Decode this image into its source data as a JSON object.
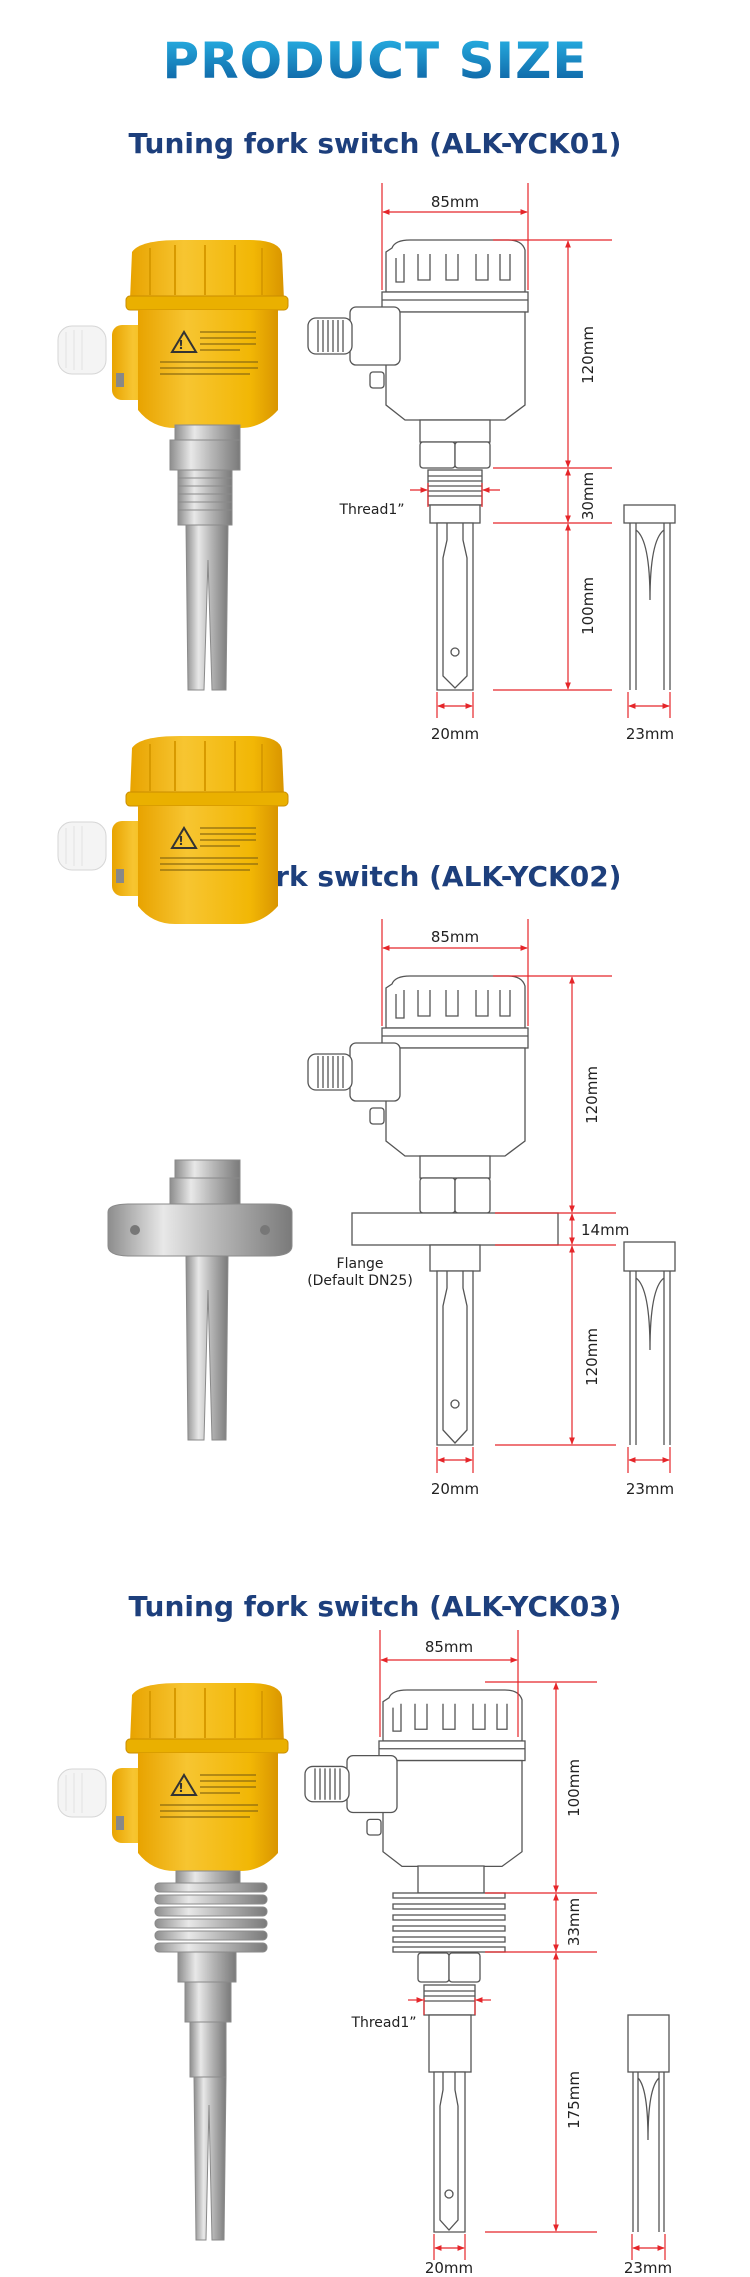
{
  "page_title": "PRODUCT SIZE",
  "colors": {
    "heading": "#1d3f7c",
    "dimension": "#e5262a",
    "housing": "#f2b705"
  },
  "sections": [
    {
      "heading": "Tuning fork switch (ALK-YCK01)",
      "width_label": "85mm",
      "height_labels": [
        "120mm",
        "30mm",
        "100mm"
      ],
      "thread_label": "Thread1”",
      "fork_width_label": "20mm",
      "fork_side_label": "23mm"
    },
    {
      "heading": "Tuning fork switch (ALK-YCK02)",
      "width_label": "85mm",
      "height_labels": [
        "120mm",
        "14mm",
        "120mm"
      ],
      "flange_label": "Flange",
      "flange_default_label": "(Default DN25)",
      "fork_width_label": "20mm",
      "fork_side_label": "23mm"
    },
    {
      "heading": "Tuning fork switch (ALK-YCK03)",
      "width_label": "85mm",
      "height_labels": [
        "100mm",
        "33mm",
        "175mm"
      ],
      "thread_label": "Thread1”",
      "fork_width_label": "20mm",
      "fork_side_label": "23mm"
    }
  ]
}
